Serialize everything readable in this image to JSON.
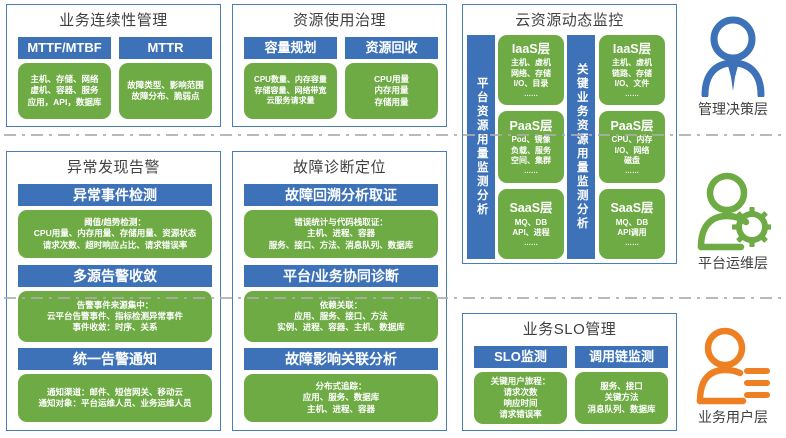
{
  "diagram": {
    "colors": {
      "blue": "#3d72b8",
      "green": "#6fab45",
      "panel_border": "#4a7ebb",
      "orange": "#ed8022",
      "title_text": "#404040"
    },
    "panels": [
      {
        "id": "business-continuity",
        "title": "业务连续性管理",
        "cards": [
          {
            "header": "MTTF/MTBF",
            "lines": [
              "主机、存储、网络",
              "虚机、容器、服务",
              "应用，API，数据库"
            ]
          },
          {
            "header": "MTTR",
            "lines": [
              "故障类型、影响范围",
              "故障分布、脆弱点"
            ]
          }
        ]
      },
      {
        "id": "resource-governance",
        "title": "资源使用治理",
        "cards": [
          {
            "header": "容量规划",
            "lines": [
              "CPU数量、内存容量",
              "存储容量、网络带宽",
              "云服务请求量"
            ]
          },
          {
            "header": "资源回收",
            "lines": [
              "CPU用量",
              "内存用量",
              "存储用量"
            ]
          }
        ]
      },
      {
        "id": "cloud-resource-monitoring",
        "title": "云资源动态监控",
        "rails": [
          {
            "id": "platform-rail",
            "text": "平台资源用量监测分析"
          },
          {
            "id": "critical-business-rail",
            "text": "关键业务资源用量监测分析"
          }
        ],
        "left_stack": [
          {
            "header": "IaaS层",
            "lines": [
              "主机、虚机",
              "网络、存储",
              "I/O、目录",
              "……"
            ]
          },
          {
            "header": "PaaS层",
            "lines": [
              "Pod、镜像",
              "负载、服务",
              "空间、集群",
              "……"
            ]
          },
          {
            "header": "SaaS层",
            "lines": [
              "MQ、DB",
              "API、进程",
              "……"
            ]
          }
        ],
        "right_stack": [
          {
            "header": "IaaS层",
            "lines": [
              "主机、虚机",
              "链路、存储",
              "I/O、文件",
              "……"
            ]
          },
          {
            "header": "PaaS层",
            "lines": [
              "CPU、内存",
              "I/O、网络",
              "磁盘",
              "……"
            ]
          },
          {
            "header": "SaaS层",
            "lines": [
              "MQ、DB",
              "API调用",
              "……"
            ]
          }
        ]
      },
      {
        "id": "anomaly-alerting",
        "title": "异常发现告警",
        "sections": [
          {
            "header": "异常事件检测",
            "lines": [
              "阈值/趋势检测：",
              "CPU用量、内存用量、存储用量、资源状态",
              "请求次数、超时响应占比、请求错误率"
            ]
          },
          {
            "header": "多源告警收敛",
            "lines": [
              "告警事件来源集中：",
              "云平台告警事件、指标检测异常事件",
              "事件收敛：时序、关系"
            ]
          },
          {
            "header": "统一告警通知",
            "lines": [
              "通知渠道：邮件、短信网关、移动云",
              "通知对象：平台运维人员、业务运维人员"
            ]
          }
        ]
      },
      {
        "id": "fault-diagnosis",
        "title": "故障诊断定位",
        "sections": [
          {
            "header": "故障回溯分析取证",
            "lines": [
              "错误统计与代码栈取证：",
              "主机、进程、容器",
              "服务、接口、方法、消息队列、数据库"
            ]
          },
          {
            "header": "平台/业务协同诊断",
            "lines": [
              "依赖关联：",
              "应用、服务、接口、方法",
              "实例、进程、容器、主机、数据库"
            ]
          },
          {
            "header": "故障影响关联分析",
            "lines": [
              "分布式追踪：",
              "应用、服务、数据库",
              "主机、进程、容器"
            ]
          }
        ]
      },
      {
        "id": "business-slo",
        "title": "业务SLO管理",
        "cards": [
          {
            "header": "SLO监测",
            "lines": [
              "关键用户旅程：",
              "请求次数",
              "响应时间",
              "请求错误率"
            ]
          },
          {
            "header": "调用链监测",
            "lines": [
              "服务、接口",
              "关键方法",
              "消息队列、数据库"
            ]
          }
        ]
      }
    ],
    "personas": [
      {
        "id": "management-decision",
        "label": "管理决策层",
        "icon": "person-tie-icon",
        "color": "#3d72b8"
      },
      {
        "id": "platform-ops",
        "label": "平台运维层",
        "icon": "person-gear-icon",
        "color": "#6fab45"
      },
      {
        "id": "business-user",
        "label": "业务用户层",
        "icon": "person-lines-icon",
        "color": "#ed8022"
      }
    ]
  }
}
